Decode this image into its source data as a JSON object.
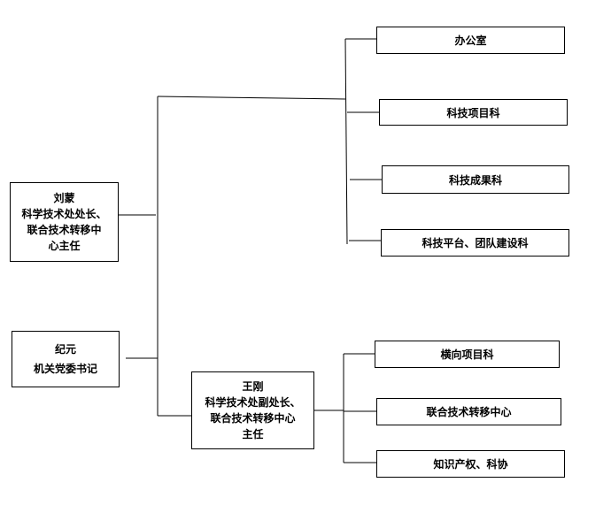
{
  "colors": {
    "line": "#000000",
    "box_border": "#000000",
    "background": "#ffffff"
  },
  "left_top": {
    "name": "刘蒙",
    "title_line1": "科学技术处处长、",
    "title_line2": "联合技术转移中",
    "title_line3": "心主任"
  },
  "left_bottom": {
    "name": "纪元",
    "title_line1": "机关党委书记"
  },
  "deputy": {
    "name": "王刚",
    "title_line1": "科学技术处副处长、",
    "title_line2": "联合技术转移中心",
    "title_line3": "主任"
  },
  "upper_departments": [
    {
      "label": "办公室"
    },
    {
      "label": "科技项目科"
    },
    {
      "label": "科技成果科"
    },
    {
      "label": "科技平台、团队建设科"
    }
  ],
  "lower_departments": [
    {
      "label": "横向项目科"
    },
    {
      "label": "联合技术转移中心"
    },
    {
      "label": "知识产权、科协"
    }
  ]
}
